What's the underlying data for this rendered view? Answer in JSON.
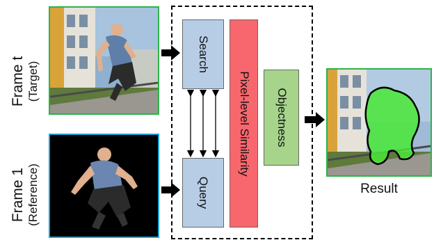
{
  "inputs": {
    "target": {
      "title": "Frame t",
      "subtitle": "(Target)"
    },
    "reference": {
      "title": "Frame 1",
      "subtitle": "(Reference)"
    }
  },
  "modules": {
    "search": "Search",
    "query": "Query",
    "similarity": "Pixel-level Similarity",
    "objectness": "Objectness"
  },
  "output": {
    "label": "Result"
  },
  "colors": {
    "target_border": "#2db34a",
    "reference_border": "#1aa3d9",
    "search_fill": "#b7cde6",
    "similarity_fill": "#f8676d",
    "objectness_fill": "#a6d48a",
    "result_border": "#2db34a",
    "mask_fill": "#49e837"
  }
}
